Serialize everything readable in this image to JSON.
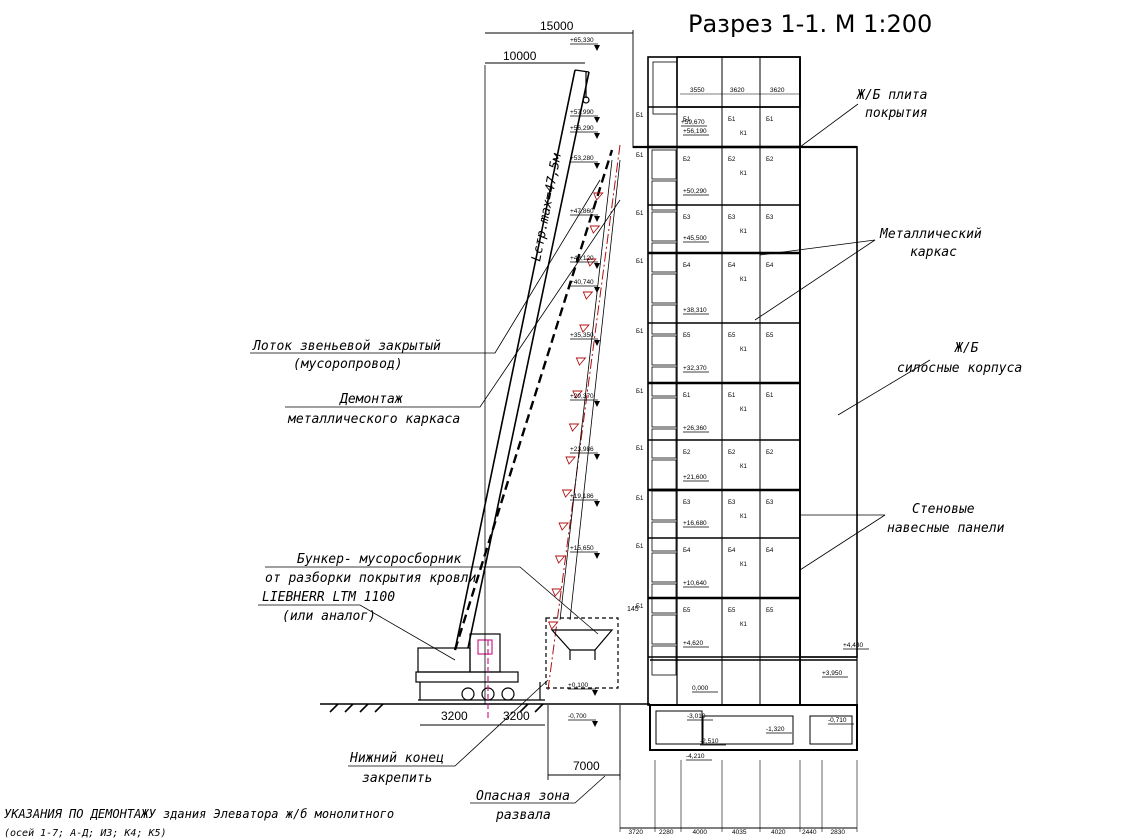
{
  "title": "Разрез 1-1. М 1:200",
  "dims": {
    "crane_reach": "15000",
    "crane_radius": "10000",
    "boom_length": "Lстр.max=47,5м",
    "outrigger_left": "3200",
    "outrigger_right": "3200",
    "danger_width": "7000",
    "base_bays": [
      "3720",
      "2280",
      "4000",
      "4035",
      "4020",
      "2440",
      "2830"
    ],
    "top_bays": [
      "3550",
      "3620",
      "3620"
    ]
  },
  "crane_levels": [
    "+65,330",
    "+57,990",
    "+56,290",
    "+53,280",
    "+47,860",
    "+43,120",
    "+40,740",
    "+35,350",
    "+29,370",
    "+23,986",
    "+19,186",
    "+15,650",
    "+0,100",
    "-0,700"
  ],
  "building_levels": [
    "+59,670",
    "+56,190",
    "+50,290",
    "+45,500",
    "+38,310",
    "+32,370",
    "+26,360",
    "+21,600",
    "+16,680",
    "+10,640",
    "+4,620",
    "0,000",
    "-3,010",
    "-2,510",
    "-4,210",
    "-1,320",
    "+4,430",
    "+3,950",
    "-0,710"
  ],
  "labels": {
    "roof_slab": [
      "Ж/Б плита",
      "покрытия"
    ],
    "metal_frame": [
      "Металлический",
      "каркас"
    ],
    "silo": [
      "Ж/Б",
      "силосные корпуса"
    ],
    "wall_panels": [
      "Стеновые",
      "навесные панели"
    ],
    "chute": [
      "Лоток звеньевой закрытый",
      "(мусоропровод)"
    ],
    "dismantle": [
      "Демонтаж",
      "металлического каркаса"
    ],
    "bunker": [
      "Бункер- мусоросборник",
      "от разборки покрытия кровли"
    ],
    "crane": [
      "LIEBHERR LTM 1100",
      "(или аналог)"
    ],
    "lower_end": [
      "Нижний конец",
      "закрепить"
    ],
    "danger_zone": [
      "Опасная зона",
      "развала"
    ]
  },
  "panel_marks": [
    "Б1",
    "Б2",
    "Б3",
    "Б4",
    "Б5",
    "К1",
    "145"
  ],
  "notes": [
    "УКАЗАНИЯ ПО ДЕМОНТАЖУ здания Элеватора ж/б монолитного",
    "(осей 1-7; А-Д; ИЗ; К4; К5)"
  ],
  "colors": {
    "line": "#000000",
    "dashed_red": "#b01010",
    "crane_pink": "#cc2288"
  }
}
